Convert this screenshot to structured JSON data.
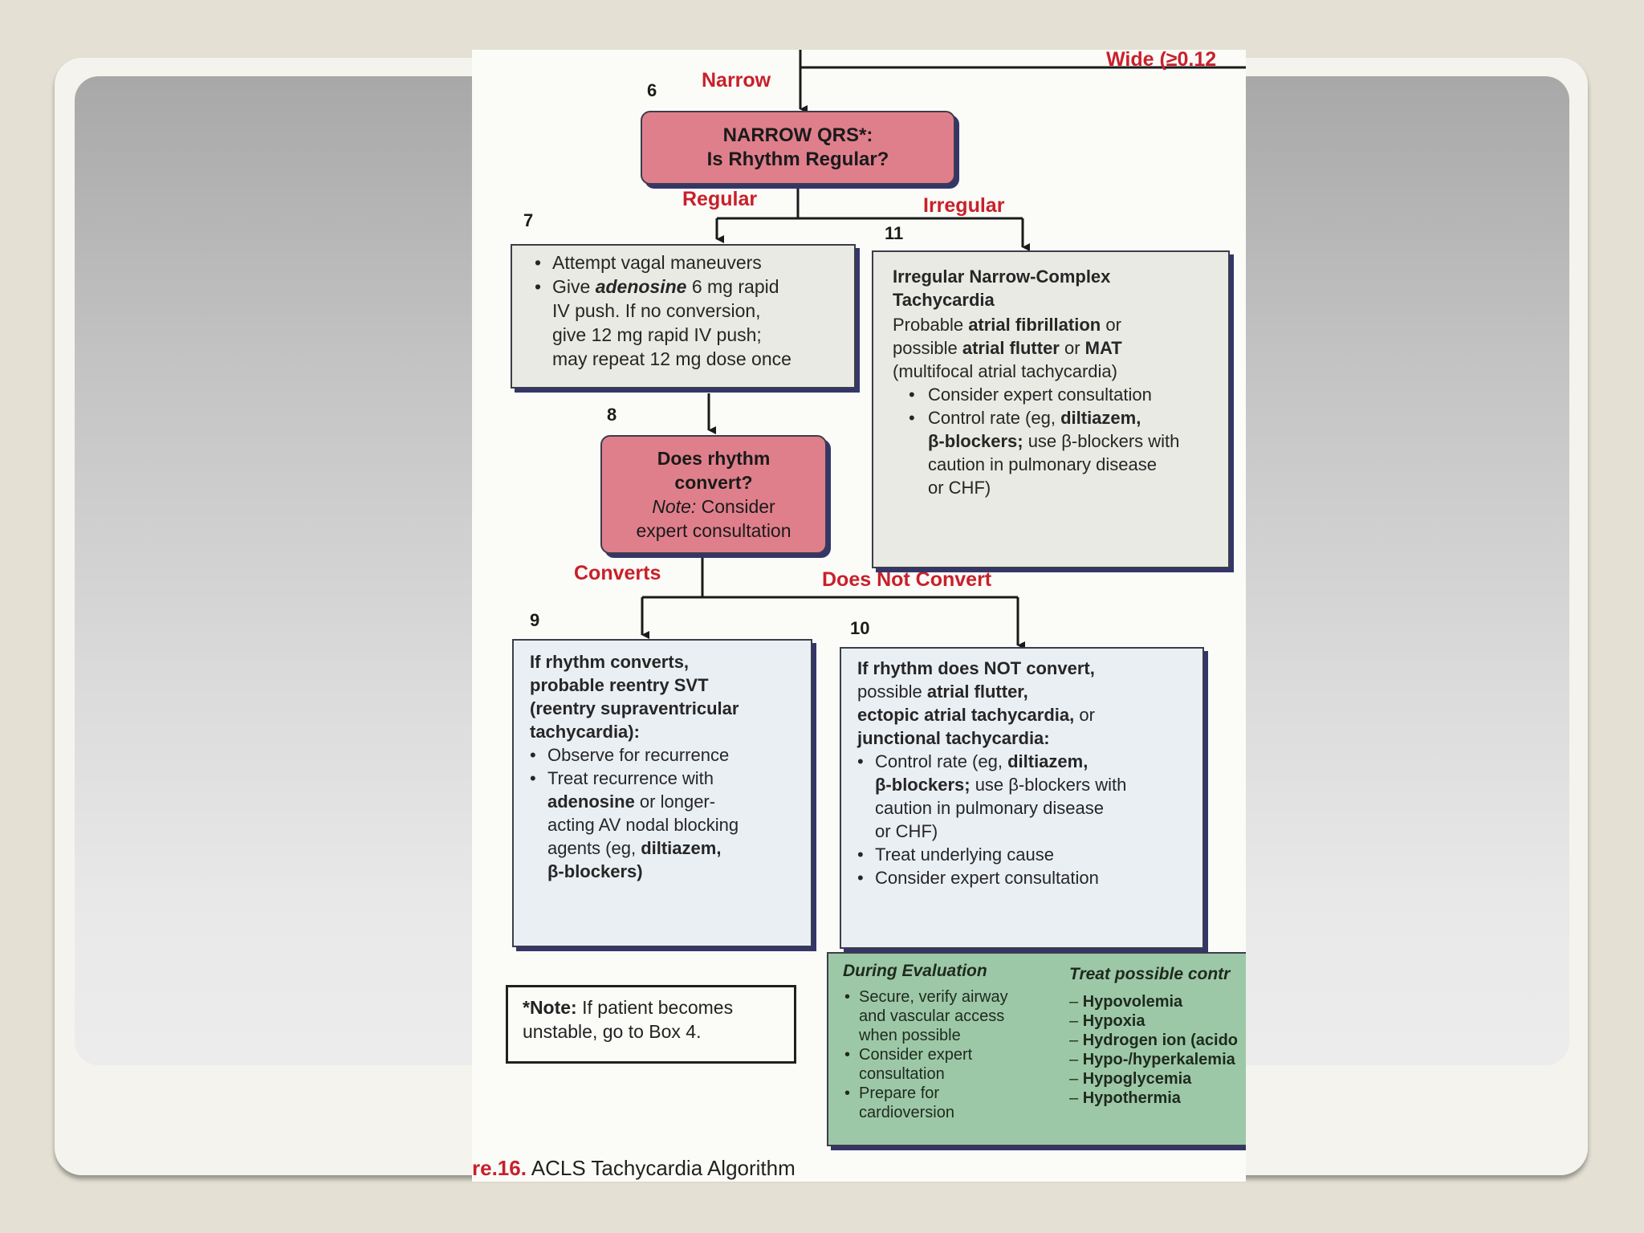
{
  "branch_labels": {
    "narrow": "Narrow",
    "wide": "Wide (≥0.12",
    "regular": "Regular",
    "irregular": "Irregular",
    "converts": "Converts",
    "does_not_convert": "Does Not Convert"
  },
  "box_numbers": {
    "b6": "6",
    "b7": "7",
    "b8": "8",
    "b9": "9",
    "b10": "10",
    "b11": "11"
  },
  "box6": {
    "line1": "NARROW QRS*:",
    "line2": "Is Rhythm Regular?"
  },
  "box7": {
    "item1": "Attempt vagal maneuvers",
    "item2_pre": "Give ",
    "item2_drug": "adenosine",
    "item2_post": " 6 mg rapid",
    "line3": "IV push. If no conversion,",
    "line4": "give 12 mg rapid IV push;",
    "line5": "may repeat 12 mg dose once"
  },
  "box8": {
    "line1": "Does rhythm",
    "line2": "convert?",
    "note_label": "Note:",
    "note_text": " Consider",
    "line4": "expert consultation"
  },
  "box11": {
    "title1": "Irregular Narrow-Complex",
    "title2": "Tachycardia",
    "l3_pre": "Probable ",
    "l3_bold": "atrial fibrillation",
    "l3_post": " or",
    "l4_pre": "possible ",
    "l4_bold": "atrial flutter",
    "l4_mid": " or ",
    "l4_bold2": "MAT",
    "l5": "(multifocal atrial tachycardia)",
    "bullet1": "Consider expert consultation",
    "b2_pre": "Control rate (eg, ",
    "b2_bold": "diltiazem,",
    "b3_bold": "β-blockers;",
    "b3_post": " use β-blockers with",
    "b4": "caution in pulmonary disease",
    "b5": "or CHF)"
  },
  "box9": {
    "t1": "If rhythm converts,",
    "t2": "probable reentry SVT",
    "t3": "(reentry supraventricular",
    "t4": "tachycardia):",
    "bullet1": "Observe for recurrence",
    "bullet2": "Treat recurrence with",
    "l7_bold": "adenosine",
    "l7_post": " or longer-",
    "l8": "acting AV nodal blocking",
    "l9_pre": "agents (eg, ",
    "l9_bold": "diltiazem,",
    "l10": "β-blockers)"
  },
  "box10": {
    "t1": "If rhythm does NOT convert,",
    "t2_pre": "possible ",
    "t2_bold": "atrial flutter,",
    "t3_bold": "ectopic atrial tachycardia,",
    "t3_post": " or",
    "t4": "junctional tachycardia:",
    "b1_pre": "Control rate (eg, ",
    "b1_bold": "diltiazem,",
    "b2_bold": "β-blockers;",
    "b2_post": " use β-blockers with",
    "b3": "caution in pulmonary disease",
    "b4": "or CHF)",
    "bullet2": "Treat underlying cause",
    "bullet3": "Consider expert consultation"
  },
  "note": {
    "label": "*Note:",
    "text1": " If patient becomes",
    "text2": "unstable, go to Box 4."
  },
  "evaluation": {
    "heading": "During Evaluation",
    "i1a": "Secure, verify airway",
    "i1b": "and vascular access",
    "i1c": "when possible",
    "i2a": "Consider expert",
    "i2b": "consultation",
    "i3a": "Prepare for",
    "i3b": "cardioversion"
  },
  "treat": {
    "heading": "Treat possible contr",
    "items": [
      "Hypovolemia",
      "Hypoxia",
      "Hydrogen ion (acido",
      "Hypo-/hyperkalemia",
      "Hypoglycemia",
      "Hypothermia"
    ]
  },
  "caption": {
    "fig": "re.16.",
    "title": "ACLS Tachycardia Algorithm"
  }
}
